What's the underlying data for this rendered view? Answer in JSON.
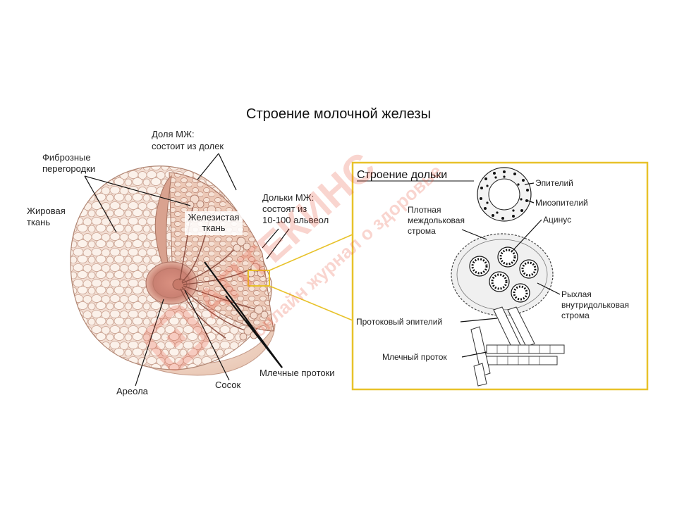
{
  "title": "Строение молочной железы",
  "inset": {
    "title": "Строение дольки",
    "labels": {
      "epithelium": "Эпителий",
      "myoepithelium": "Миоэпителий",
      "acinus": "Ацинус",
      "dense_stroma": [
        "Плотная",
        "междольковая",
        "строма"
      ],
      "loose_stroma": [
        "Рыхлая",
        "внутридольковая",
        "строма"
      ],
      "duct_epithelium": "Протоковый эпителий",
      "milk_duct": "Млечный проток"
    }
  },
  "labels": {
    "fibrous": [
      "Фиброзные",
      "перегородки"
    ],
    "fat": [
      "Жировая",
      "ткань"
    ],
    "lobe": [
      "Доля МЖ:",
      "состоит из долек"
    ],
    "lobules": [
      "Дольки МЖ:",
      "состоят из",
      "10-100 альвеол"
    ],
    "glandular": [
      "Железистая",
      "ткань"
    ],
    "milk_ducts": "Млечные протоки",
    "nipple": "Сосок",
    "areola": "Ареола"
  },
  "watermark": {
    "brand": "АПТЕКИНС",
    "tagline": "онлайн журнал о здоровье"
  },
  "colors": {
    "highlight_box": "#e8c22a",
    "watermark": "#e8432a"
  }
}
